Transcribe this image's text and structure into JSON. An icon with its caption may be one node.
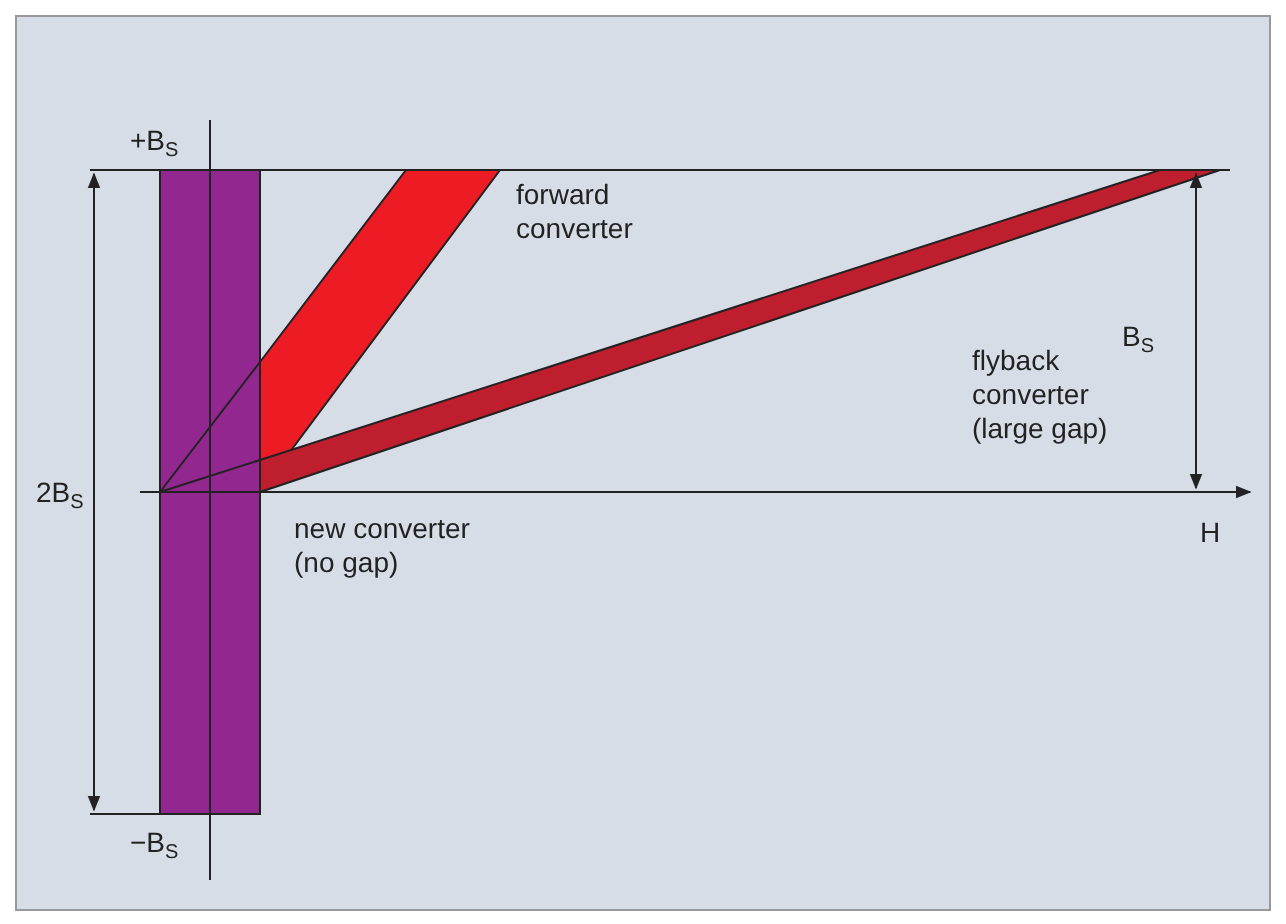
{
  "diagram": {
    "labels": [
      "+B$_{S}$",
      "forward converter",
      "flyback converter (large gap)",
      "B$_{S}$",
      "2B$_{S}$",
      "H",
      "new converter (no gap)",
      "−B$_{S}$"
    ]
  }
}
